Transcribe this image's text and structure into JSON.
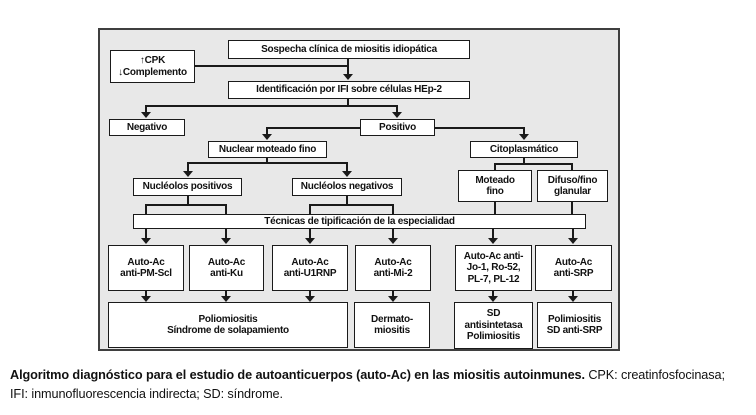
{
  "figure": {
    "nodes": {
      "sospecha": "Sospecha clínica de miositis idiopática",
      "cpk": "↑CPK\n↓Complemento",
      "ifi": "Identificación por IFI sobre células HEp-2",
      "negativo": "Negativo",
      "positivo": "Positivo",
      "nuclear": "Nuclear moteado fino",
      "citoplasmatico": "Citoplasmático",
      "nucleolos_pos": "Nucléolos positivos",
      "nucleolos_neg": "Nucléolos negativos",
      "moteado_fino": "Moteado\nfino",
      "difuso": "Difuso/fino\nglanular",
      "tecnicas": "Técnicas de tipificación de la especialidad",
      "pm_scl": "Auto-Ac\nanti-PM-Scl",
      "ku": "Auto-Ac\nanti-Ku",
      "u1rnp": "Auto-Ac\nanti-U1RNP",
      "mi2": "Auto-Ac\nanti-Mi-2",
      "jo1": "Auto-Ac anti-\nJo-1, Ro-52,\nPL-7, PL-12",
      "srp": "Auto-Ac\nanti-SRP",
      "overlap": "Poliomiositis\nSíndrome de solapamiento",
      "dermatomiositis": "Dermato-\nmiositis",
      "sd_antisintetasa": "SD\nantisintetasa\nPolimiositis",
      "polimiositis_srp": "Polimiositis\nSD anti-SRP"
    },
    "caption": {
      "bold": "Algoritmo diagnóstico para el estudio de autoanticuerpos (auto-Ac) en las miositis autoinmunes.",
      "line1_rest": " CPK: creatinfosfocinasa;",
      "line2": "IFI: inmunofluorescencia indirecta; SD: síndrome."
    },
    "colors": {
      "panel_bg": "#e8e8e8",
      "box_border": "#1a1a1a",
      "box_bg": "#ffffff",
      "text": "#111111"
    }
  }
}
